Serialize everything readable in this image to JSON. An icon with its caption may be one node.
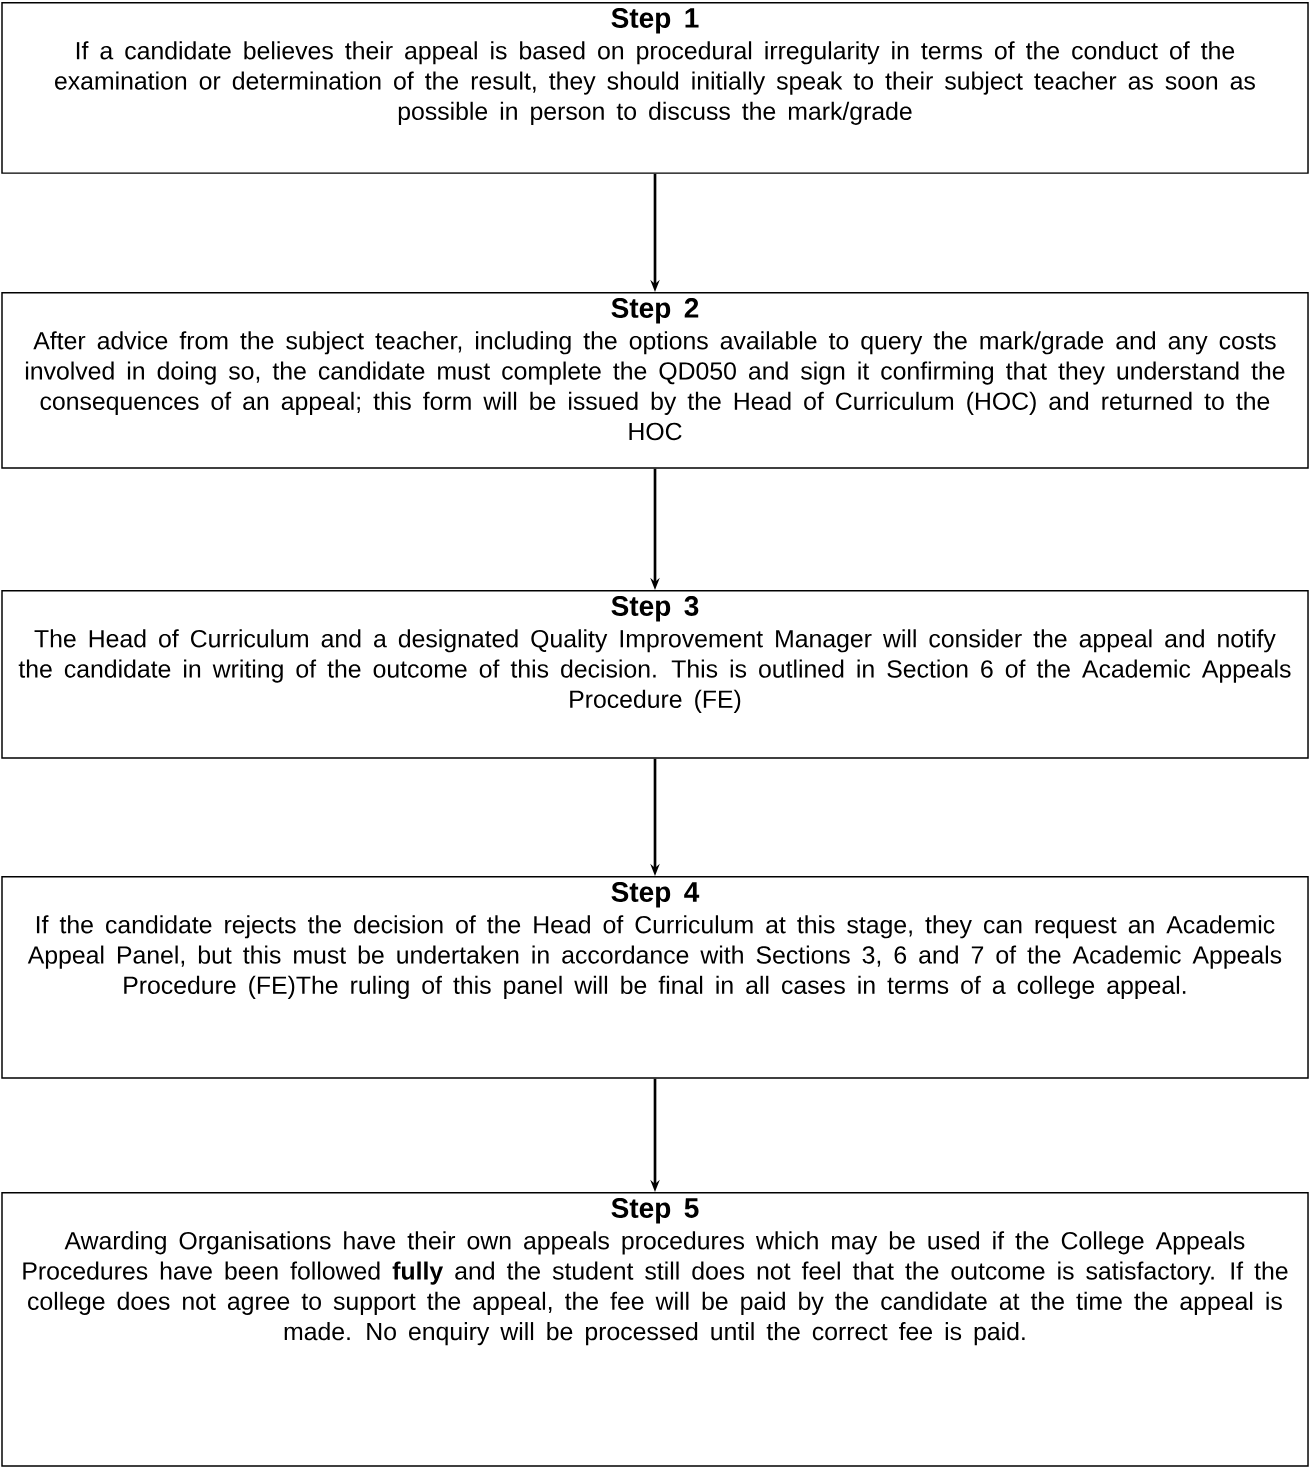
{
  "diagram": {
    "nodes": [
      {
        "text": [
          "Step 1",
          "If a candidate believes their appeal is based on procedural irregularity in terms of the conduct of the examination or determination of the result, they should initially speak to their subject teacher as soon as possible in person to discuss the mark/grade"
        ]
      },
      {
        "text": [
          "Step 2",
          "After advice from the subject teacher, including the options available to query the mark/grade and any costs involved in doing so, the candidate must complete the QD050 and sign it confirming that they understand the consequences of an appeal; this form will be issued by the Head of Curriculum (HOC) and returned to the HOC"
        ]
      },
      {
        "text": [
          "Step 3",
          "The Head of Curriculum and a designated Quality Improvement Manager will consider the appeal and notify the candidate in writing of the outcome of this decision. This is outlined in Section 6 of the Academic Appeals Procedure (FE)"
        ]
      },
      {
        "text": [
          "Step 4",
          "If the candidate rejects the decision of the Head of Curriculum at this stage, they can request an Academic Appeal Panel, but this must be undertaken in accordance with Sections 3, 6 and 7 of the Academic Appeals Procedure (FE)The ruling of this panel will be final in all cases in terms of a college appeal."
        ]
      },
      {
        "text": [
          "Step 5",
          "Awarding Organisations have their own appeals procedures which may be used if the College Appeals Procedures have been followed **fully** and the student still does not feel that the outcome is satisfactory.  If the college does not agree to support the appeal, the fee will be paid by the candidate at the time the appeal is made. No enquiry will be processed until the correct fee is paid."
        ]
      }
    ],
    "edges": [
      {
        "from": 0,
        "to": 1,
        "arrow": "to"
      },
      {
        "from": 1,
        "to": 2,
        "arrow": "to"
      },
      {
        "from": 2,
        "to": 3,
        "arrow": "to"
      },
      {
        "from": 3,
        "to": 4,
        "arrow": "to"
      }
    ]
  }
}
